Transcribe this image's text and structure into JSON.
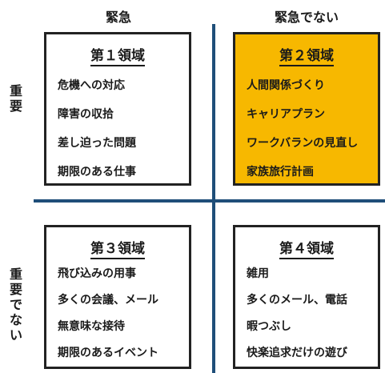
{
  "columns": {
    "left": "緊急",
    "right": "緊急でない"
  },
  "rows": {
    "top": "重要",
    "bottom": "重要でない"
  },
  "quadrants": [
    {
      "title": "第１領域",
      "items": [
        "危機への対応",
        "障害の収拾",
        "差し迫った問題",
        "期限のある仕事"
      ]
    },
    {
      "title": "第２領域",
      "items": [
        "人間関係づくり",
        "キャリアプラン",
        "ワークバランの見直し",
        "家族旅行計画"
      ]
    },
    {
      "title": "第３領域",
      "items": [
        "飛び込みの用事",
        "多くの会議、メール",
        "無意味な接待",
        "期限のあるイベント"
      ]
    },
    {
      "title": "第４領域",
      "items": [
        "雑用",
        "多くのメール、電話",
        "暇つぶし",
        "快楽追求だけの遊び"
      ]
    }
  ],
  "colors": {
    "axis": "#1f4e79",
    "highlight": "#f7b800",
    "border": "#222222"
  }
}
